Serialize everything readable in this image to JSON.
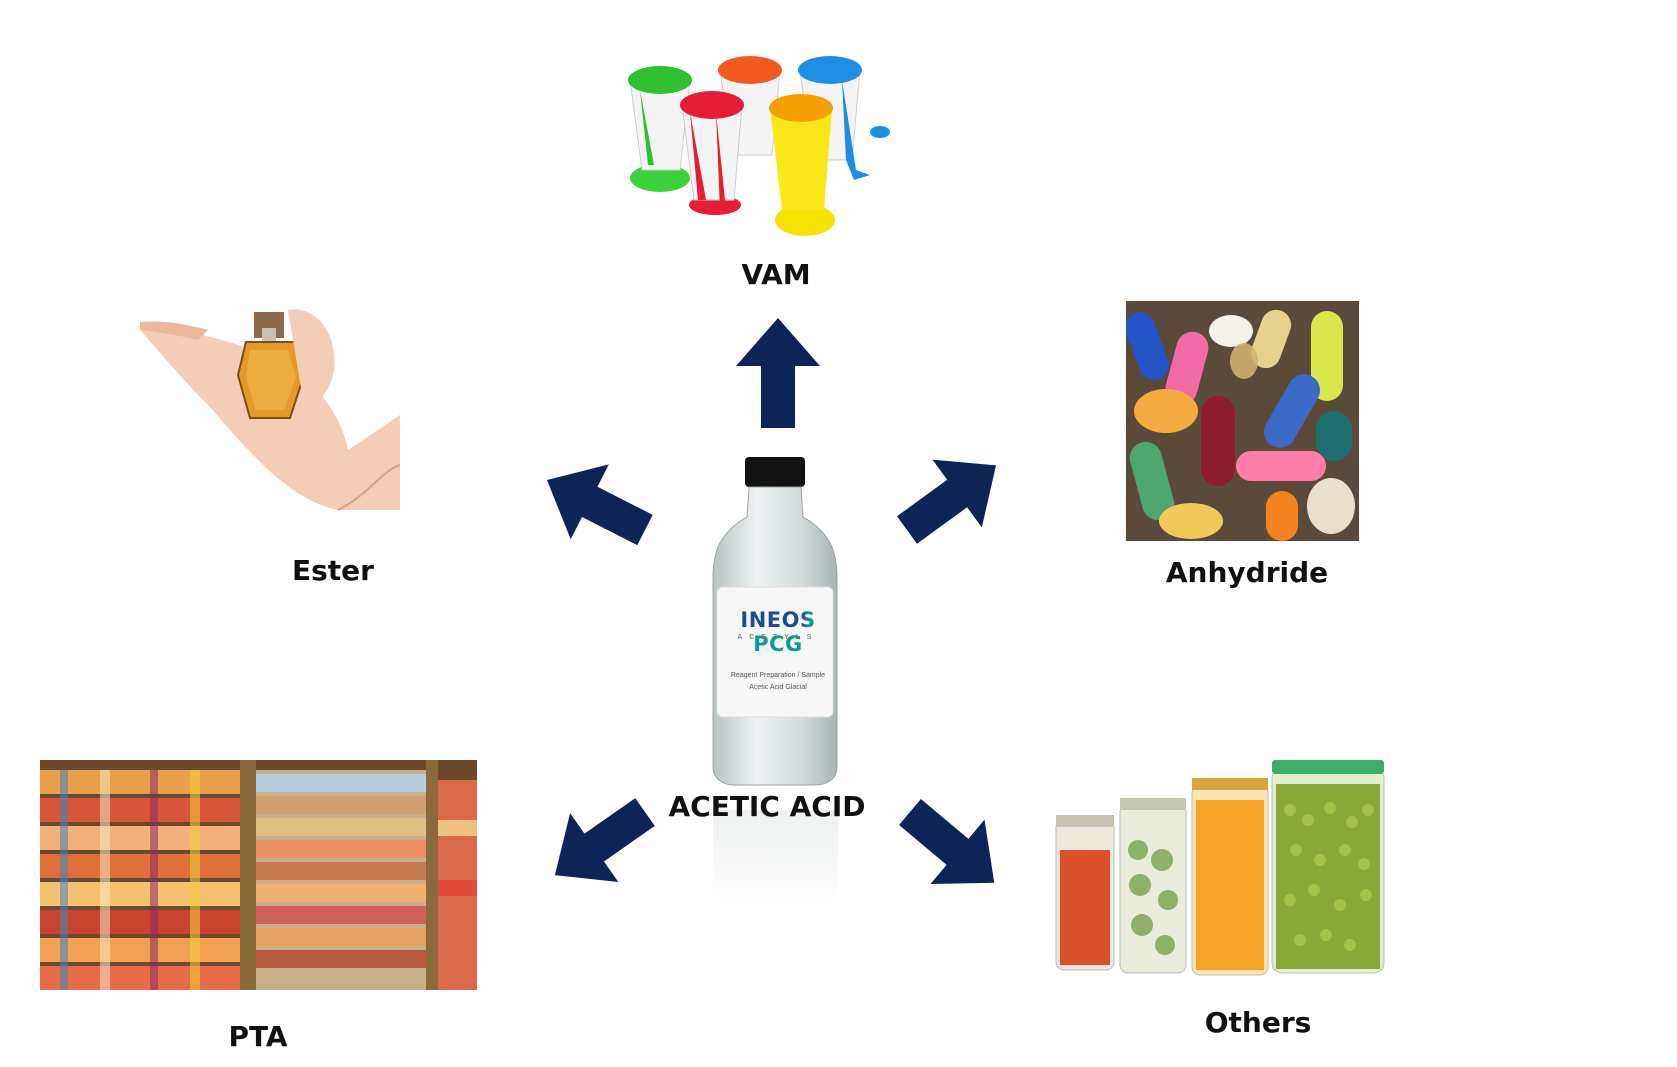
{
  "center": {
    "label": "ACETIC ACID",
    "bottle_brand": "INEOS PCG",
    "bottle_sub": "ACETYLS",
    "bottle_text": "Reagent Preparation / Sample Acetic Acid Glacial"
  },
  "products": {
    "vam": "VAM",
    "ester": "Ester",
    "anhydride": "Anhydride",
    "pta": "PTA",
    "others": "Others"
  },
  "colors": {
    "arrow": "#0d2457",
    "brand_blue": "#1b4e8f",
    "brand_teal": "#0e9a9a"
  },
  "icons": {
    "vam": "paint-buckets-icon",
    "ester": "perfume-bottle-icon",
    "anhydride": "capsules-icon",
    "pta": "fabric-rolls-icon",
    "others": "preserve-jars-icon"
  }
}
